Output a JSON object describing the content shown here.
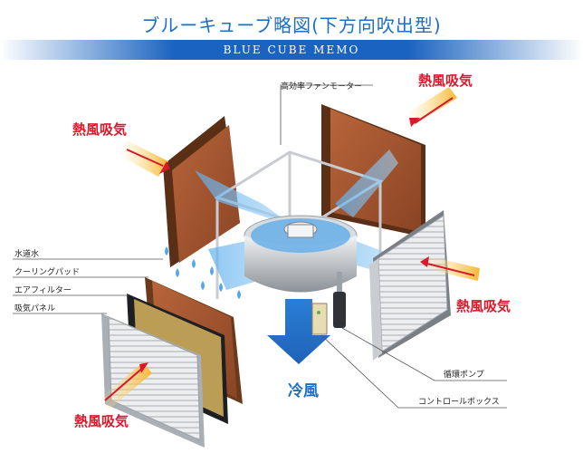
{
  "title": "ブルーキューブ略図(下方向吹出型)",
  "subtitle": "BLUE CUBE MEMO",
  "labels": {
    "motor": "高効率ファンモーター",
    "water": "水道水",
    "cooling_pad": "クーリングパッド",
    "air_filter": "エアフィルター",
    "intake_panel": "吸気パネル",
    "pump": "循環ポンプ",
    "control_box": "コントロールボックス"
  },
  "hot_air_intake": [
    "熱風吸気",
    "熱風吸気",
    "熱風吸気",
    "熱風吸気"
  ],
  "cold_air": "冷風",
  "colors": {
    "hot": "#d8192a",
    "cool": "#1e6fc4",
    "pad": "#a0522d"
  }
}
